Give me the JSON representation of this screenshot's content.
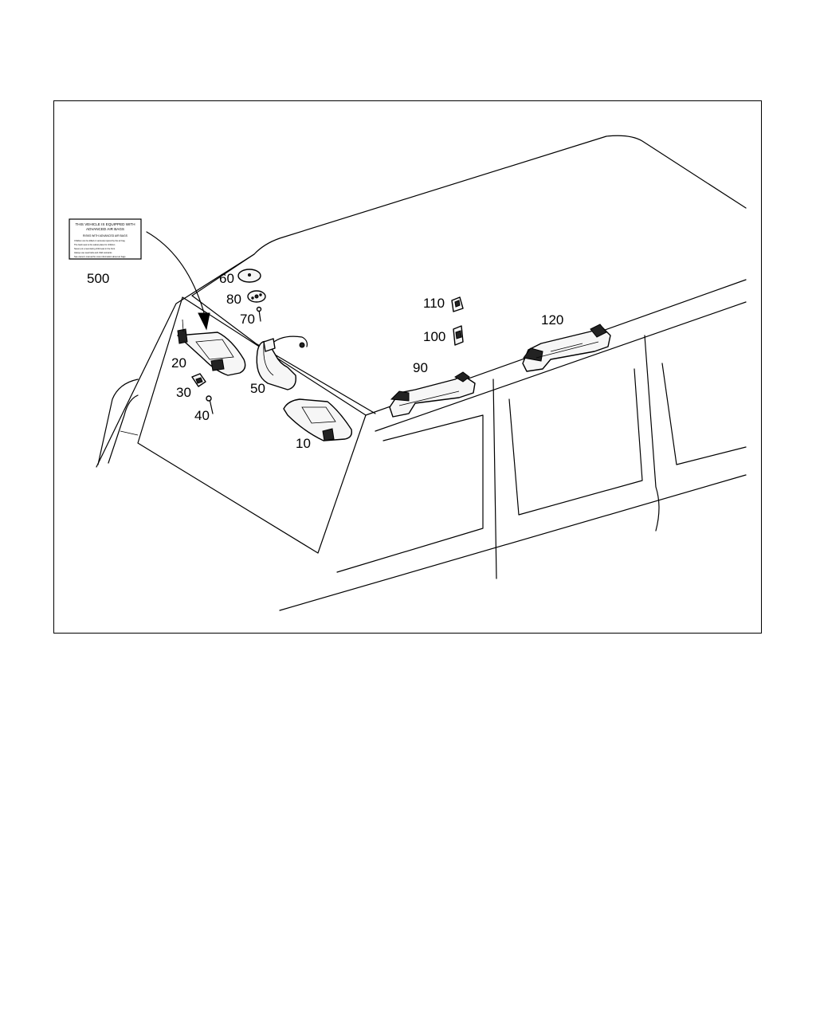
{
  "label_500": {
    "heading": "THIS VEHICLE IS EQUIPPED WITH",
    "heading2": "ADVANCED AIR BAGS",
    "subheading": "RISKS WITH ADVANCED AIR BAGS",
    "bullets": [
      "Children can be killed or seriously injured by the air bag",
      "The back seat is the safest place for children",
      "Never put a rear-facing child seat in the front",
      "Always use seat belts and child restraints",
      "See owner's manual for more information about air bags"
    ]
  },
  "callouts": {
    "c10": "10",
    "c20": "20",
    "c30": "30",
    "c40": "40",
    "c50": "50",
    "c60": "60",
    "c70": "70",
    "c80": "80",
    "c90": "90",
    "c100": "100",
    "c110": "110",
    "c120": "120",
    "c500": "500"
  }
}
